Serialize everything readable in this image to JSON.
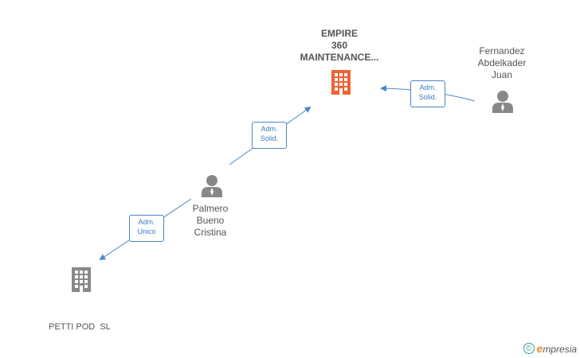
{
  "nodes": {
    "empire": {
      "label_lines": [
        "EMPIRE",
        "360",
        "MAINTENANCE..."
      ],
      "type": "company",
      "color": "#f06332"
    },
    "fernandez": {
      "label_lines": [
        "Fernandez",
        "Abdelkader",
        "Juan"
      ],
      "type": "person",
      "color": "#888888"
    },
    "palmero": {
      "label_lines": [
        "Palmero",
        "Bueno",
        "Cristina"
      ],
      "type": "person",
      "color": "#888888"
    },
    "petti": {
      "label_lines": [
        "PETTI POD  SL"
      ],
      "type": "company",
      "color": "#888888"
    }
  },
  "edges": [
    {
      "id": "fernandez-empire",
      "lines": [
        "Adm.",
        "Solid."
      ]
    },
    {
      "id": "palmero-empire",
      "lines": [
        "Adm.",
        "Solid."
      ]
    },
    {
      "id": "palmero-petti",
      "lines": [
        "Adm.",
        "Unico"
      ]
    }
  ],
  "colors": {
    "edge": "#4a86c8",
    "highlight_company": "#f06332",
    "neutral": "#888888"
  },
  "watermark": {
    "symbol": "©",
    "brand_first": "e",
    "brand_rest": "mpresia"
  }
}
